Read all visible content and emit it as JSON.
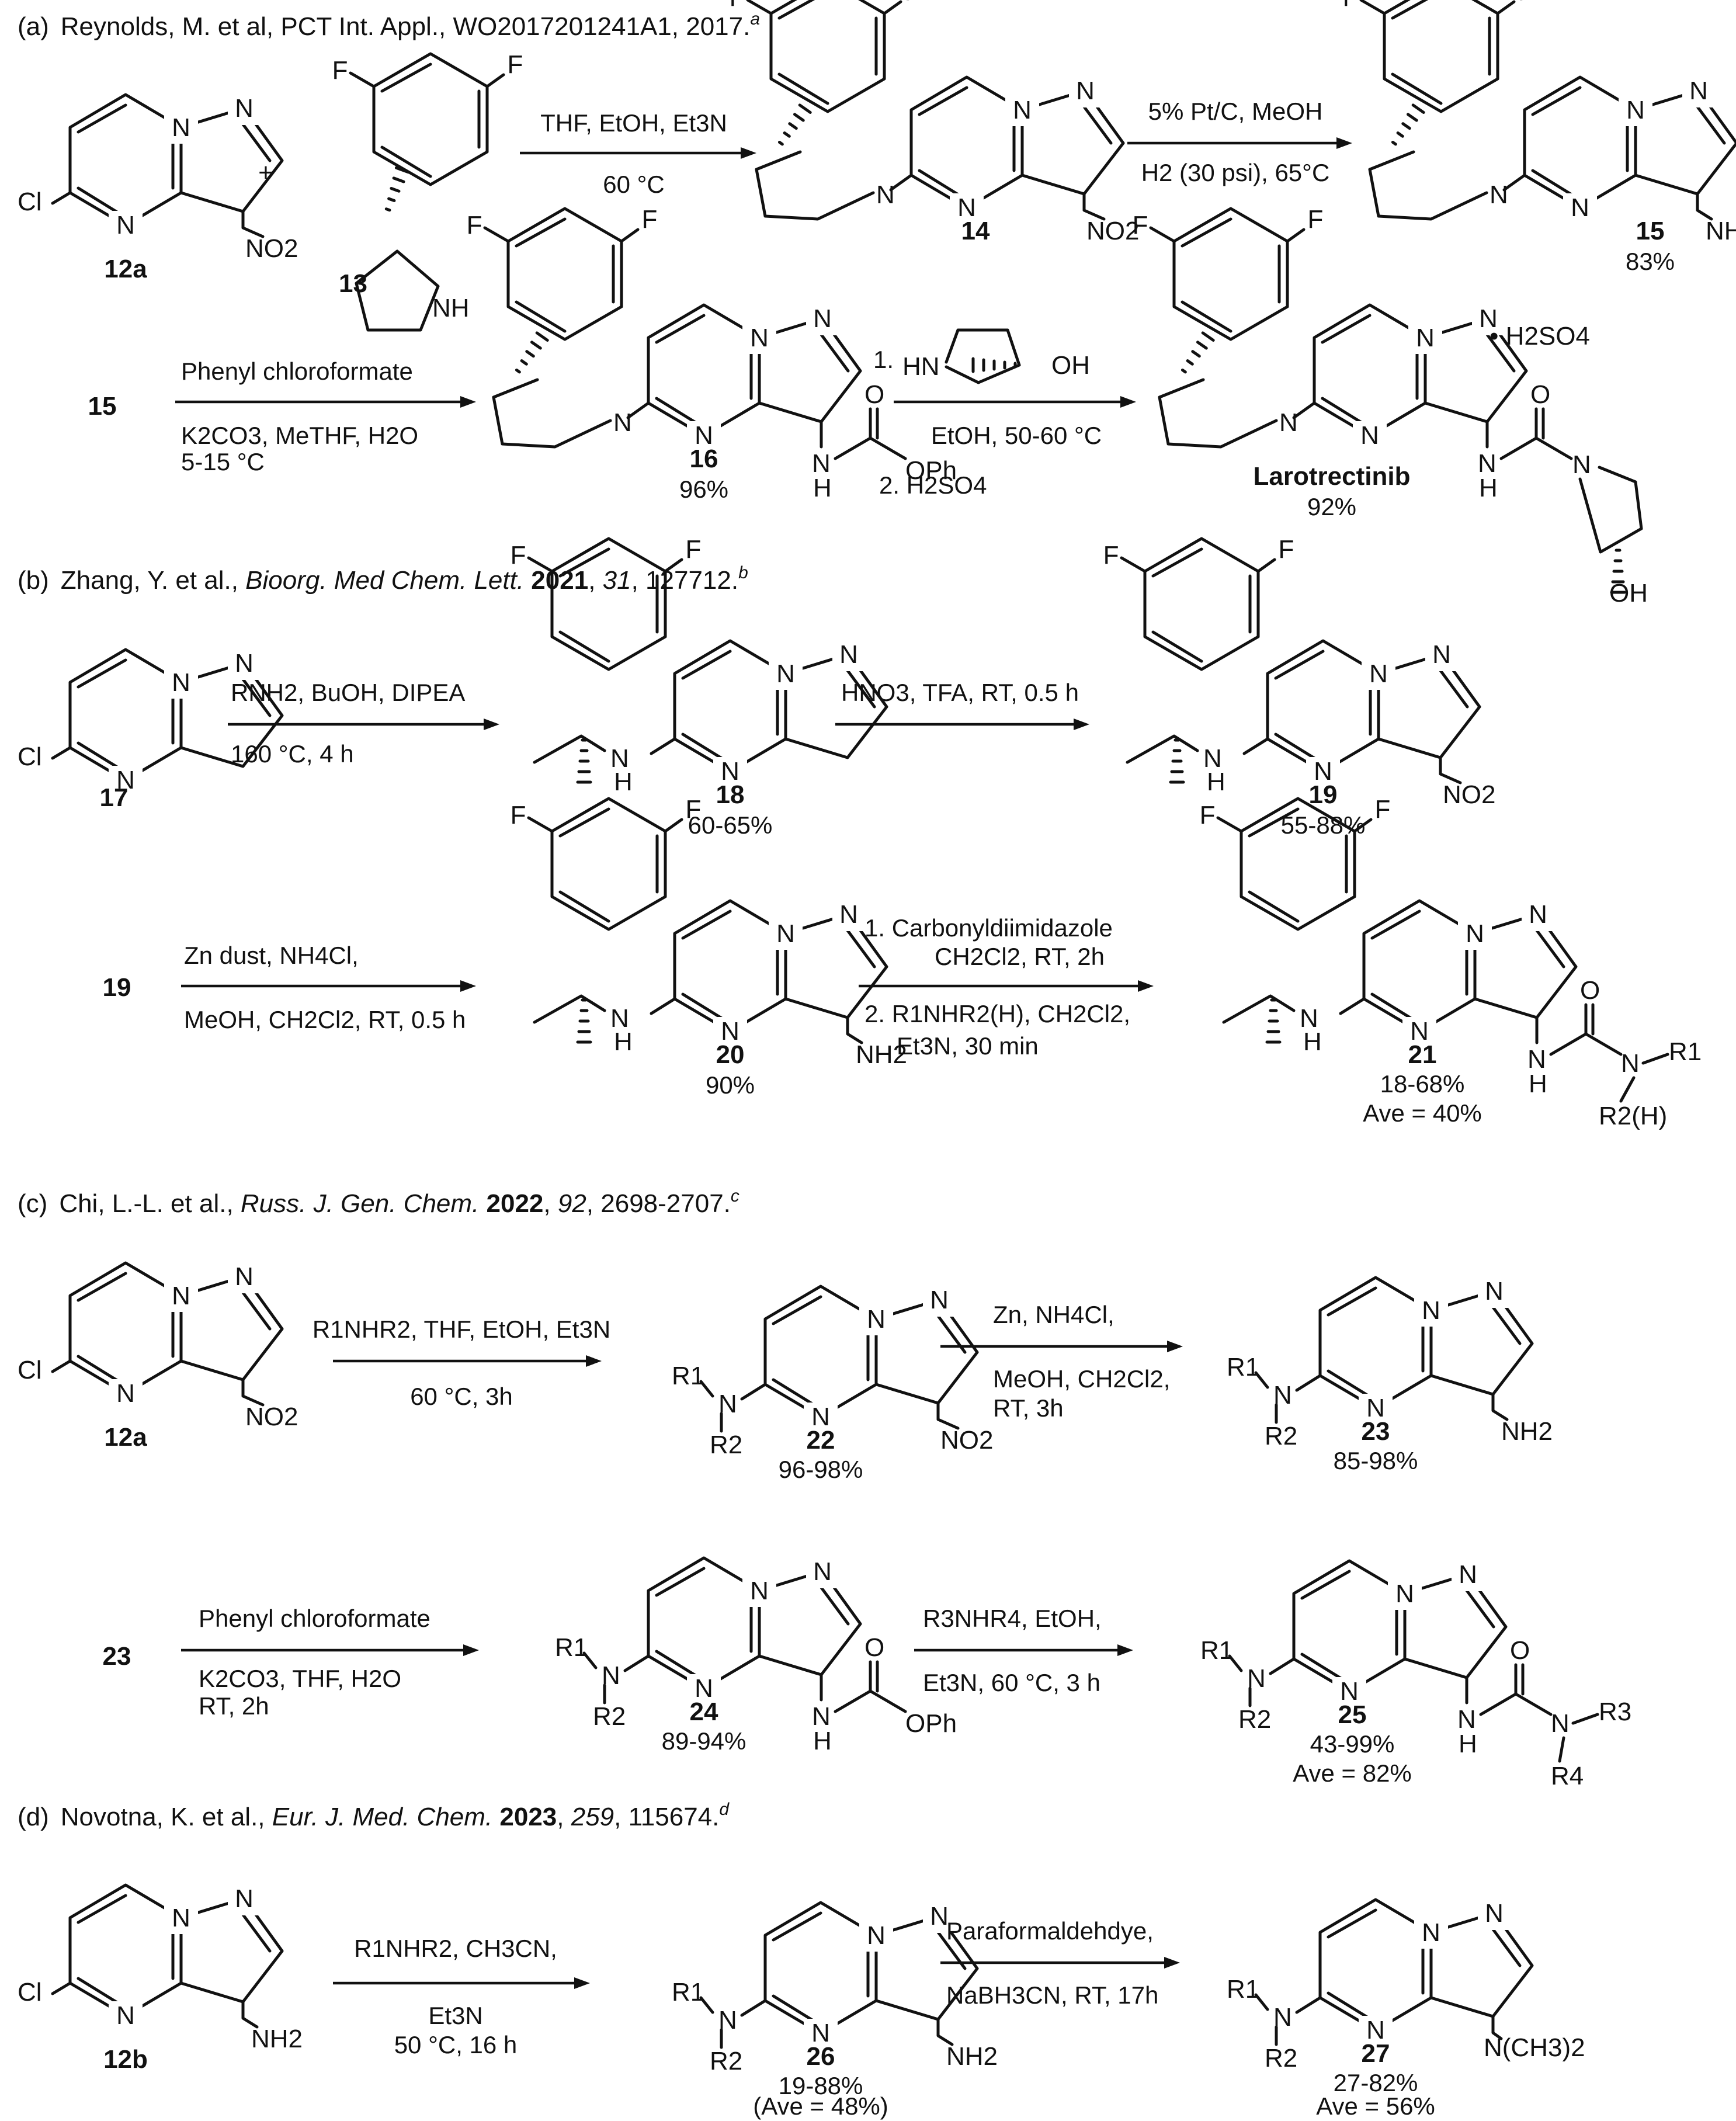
{
  "sections": {
    "a": {
      "tag": "(a)",
      "citation": {
        "authors": "Reynolds, M. et al, PCT Int. Appl., WO2017201241A1, 2017.",
        "note": "a"
      },
      "compounds": {
        "c12a": "12a",
        "c13": "13",
        "c14": "14",
        "c15": "15",
        "c15_start": "15",
        "c16": "16",
        "c16_yield": "96%",
        "c15_yield": "83%",
        "laro": "Larotrectinib",
        "laro_yield": "92%",
        "salt": "• H2SO4"
      },
      "plus": "+",
      "step1": {
        "line1": "THF, EtOH, Et3N",
        "line2": "60 °C"
      },
      "step2": {
        "line1": "5% Pt/C, MeOH",
        "line2": "H2 (30 psi), 65°C"
      },
      "step3": {
        "line1": "Phenyl chloroformate",
        "line2": "K2CO3, MeTHF, H2O",
        "line3": "5-15 °C"
      },
      "step4": {
        "line1": "1.",
        "line2": "EtOH, 50-60 °C",
        "line3": "2.  H2SO4"
      }
    },
    "b": {
      "tag": "(b)",
      "citation": {
        "authors": "Zhang, Y. et al.,",
        "journal": "Bioorg. Med Chem. Lett.",
        "year": "2021",
        "volume": "31",
        "pages": ", 127712.",
        "note": "b"
      },
      "compounds": {
        "c17": "17",
        "c18": "18",
        "c18_yield": "60-65%",
        "c19": "19",
        "c19_yield": "55-88%",
        "c19_start": "19",
        "c20": "20",
        "c20_yield": "90%",
        "c21": "21",
        "c21_yield": "18-68%",
        "c21_ave": "Ave = 40%"
      },
      "step1": {
        "line1": "RNH2, BuOH, DIPEA",
        "line2": "160 °C, 4 h"
      },
      "step2": {
        "line1": "HNO3, TFA, RT, 0.5 h"
      },
      "step3": {
        "line1": "Zn dust, NH4Cl,",
        "line2": "MeOH, CH2Cl2, RT, 0.5 h"
      },
      "step4": {
        "line1": "1.  Carbonyldiimidazole",
        "line2": "CH2Cl2, RT, 2h",
        "line3": "2.  R1NHR2(H), CH2Cl2,",
        "line4": "Et3N, 30 min"
      }
    },
    "c": {
      "tag": "(c)",
      "citation": {
        "authors": "Chi, L.-L. et al.,",
        "journal": "Russ. J. Gen. Chem.",
        "year": "2022",
        "volume": "92",
        "pages": ", 2698-2707.",
        "note": "c"
      },
      "compounds": {
        "c12a": "12a",
        "c22": "22",
        "c22_yield": "96-98%",
        "c23": "23",
        "c23_yield": "85-98%",
        "c23_start": "23",
        "c24": "24",
        "c24_yield": "89-94%",
        "c25": "25",
        "c25_yield": "43-99%",
        "c25_ave": "Ave = 82%"
      },
      "step1": {
        "line1": "R1NHR2, THF, EtOH, Et3N",
        "line2": "60 °C, 3h"
      },
      "step2": {
        "line1": "Zn, NH4Cl,",
        "line2": "MeOH, CH2Cl2,",
        "line3": "RT, 3h"
      },
      "step3": {
        "line1": "Phenyl chloroformate",
        "line2": "K2CO3, THF, H2O",
        "line3": "RT, 2h"
      },
      "step4": {
        "line1": "R3NHR4, EtOH,",
        "line2": "Et3N, 60 °C, 3 h"
      }
    },
    "d": {
      "tag": "(d)",
      "citation": {
        "authors": "Novotna, K. et al.,",
        "journal": "Eur. J. Med. Chem.",
        "year": "2023",
        "volume": "259",
        "pages": ", 115674.",
        "note": "d"
      },
      "compounds": {
        "c12b": "12b",
        "c26": "26",
        "c26_yield": "19-88%",
        "c26_ave": "(Ave = 48%)",
        "c27": "27",
        "c27_yield": "27-82%",
        "c27_ave": "Ave = 56%"
      },
      "step1": {
        "line1": "R1NHR2, CH3CN,",
        "line2": "Et3N",
        "line3": "50 °C, 16 h"
      },
      "step2": {
        "line1": "Paraformaldehdye,",
        "line2": "NaBH3CN, RT, 17h"
      }
    }
  },
  "atoms": {
    "Cl": "Cl",
    "N": "N",
    "F": "F",
    "NH": "NH",
    "NO2": "NO2",
    "NH2": "NH2",
    "HN": "HN",
    "OH": "OH",
    "O": "O",
    "H": "H",
    "OPh": "OPh",
    "R1": "R1",
    "R2": "R2",
    "R2H": "R2(H)",
    "R3": "R3",
    "R4": "R4",
    "NMe2": "N(CH3)2"
  }
}
